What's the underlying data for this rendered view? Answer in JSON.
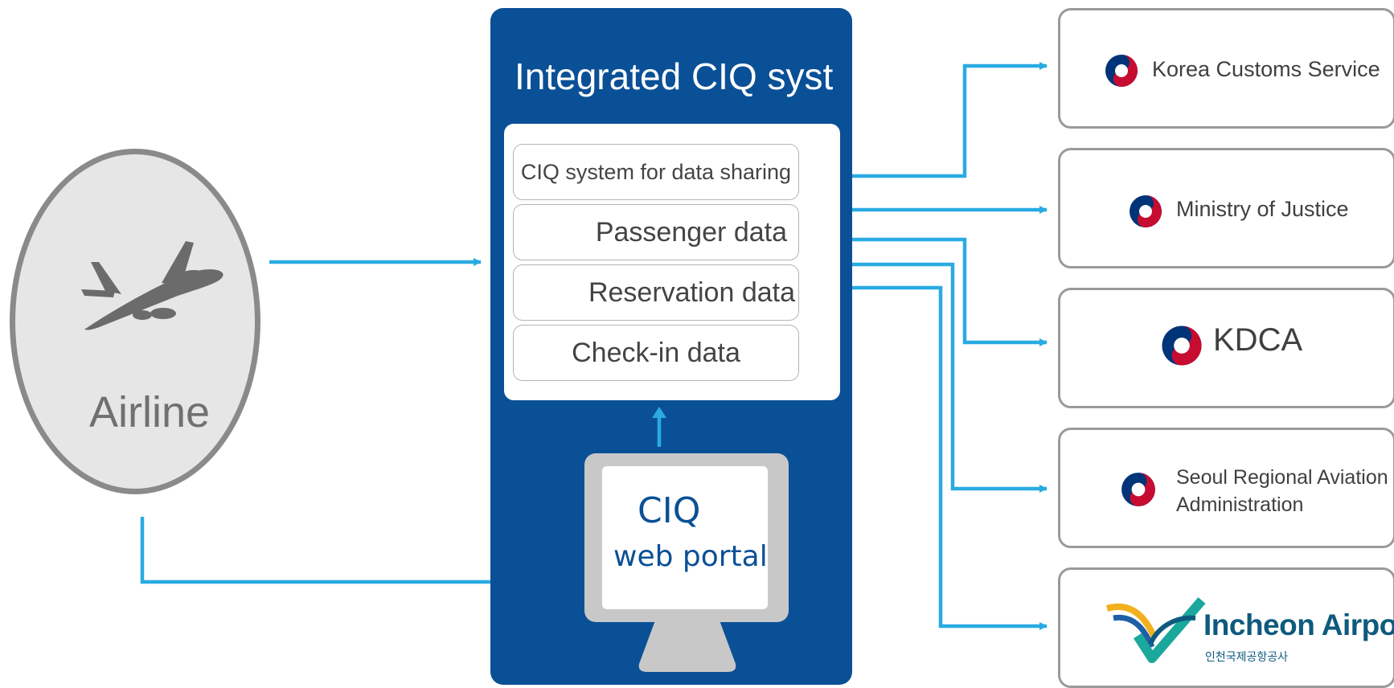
{
  "airline": {
    "label": "Airline"
  },
  "ciq_system": {
    "title": "Integrated CIQ syst",
    "rows": [
      "CIQ system for data sharing",
      "Passenger data",
      "Reservation data",
      "Check-in data"
    ]
  },
  "web_portal": {
    "line1": "CIQ",
    "line2": "web portal"
  },
  "agencies": [
    {
      "name": "Korea Customs Service"
    },
    {
      "name": "Ministry of Justice"
    },
    {
      "name": "KDCA"
    },
    {
      "name": "Seoul Regional Aviation Administration"
    }
  ],
  "incheon": {
    "logo_text": "Incheon Airport",
    "logo_subtext": "인천국제공항공사"
  },
  "colors": {
    "panel_blue": "#0a5096",
    "arrow_blue": "#29abe2",
    "card_border": "#9a9a9a",
    "emblem_red": "#c60c30",
    "emblem_blue": "#003478"
  }
}
